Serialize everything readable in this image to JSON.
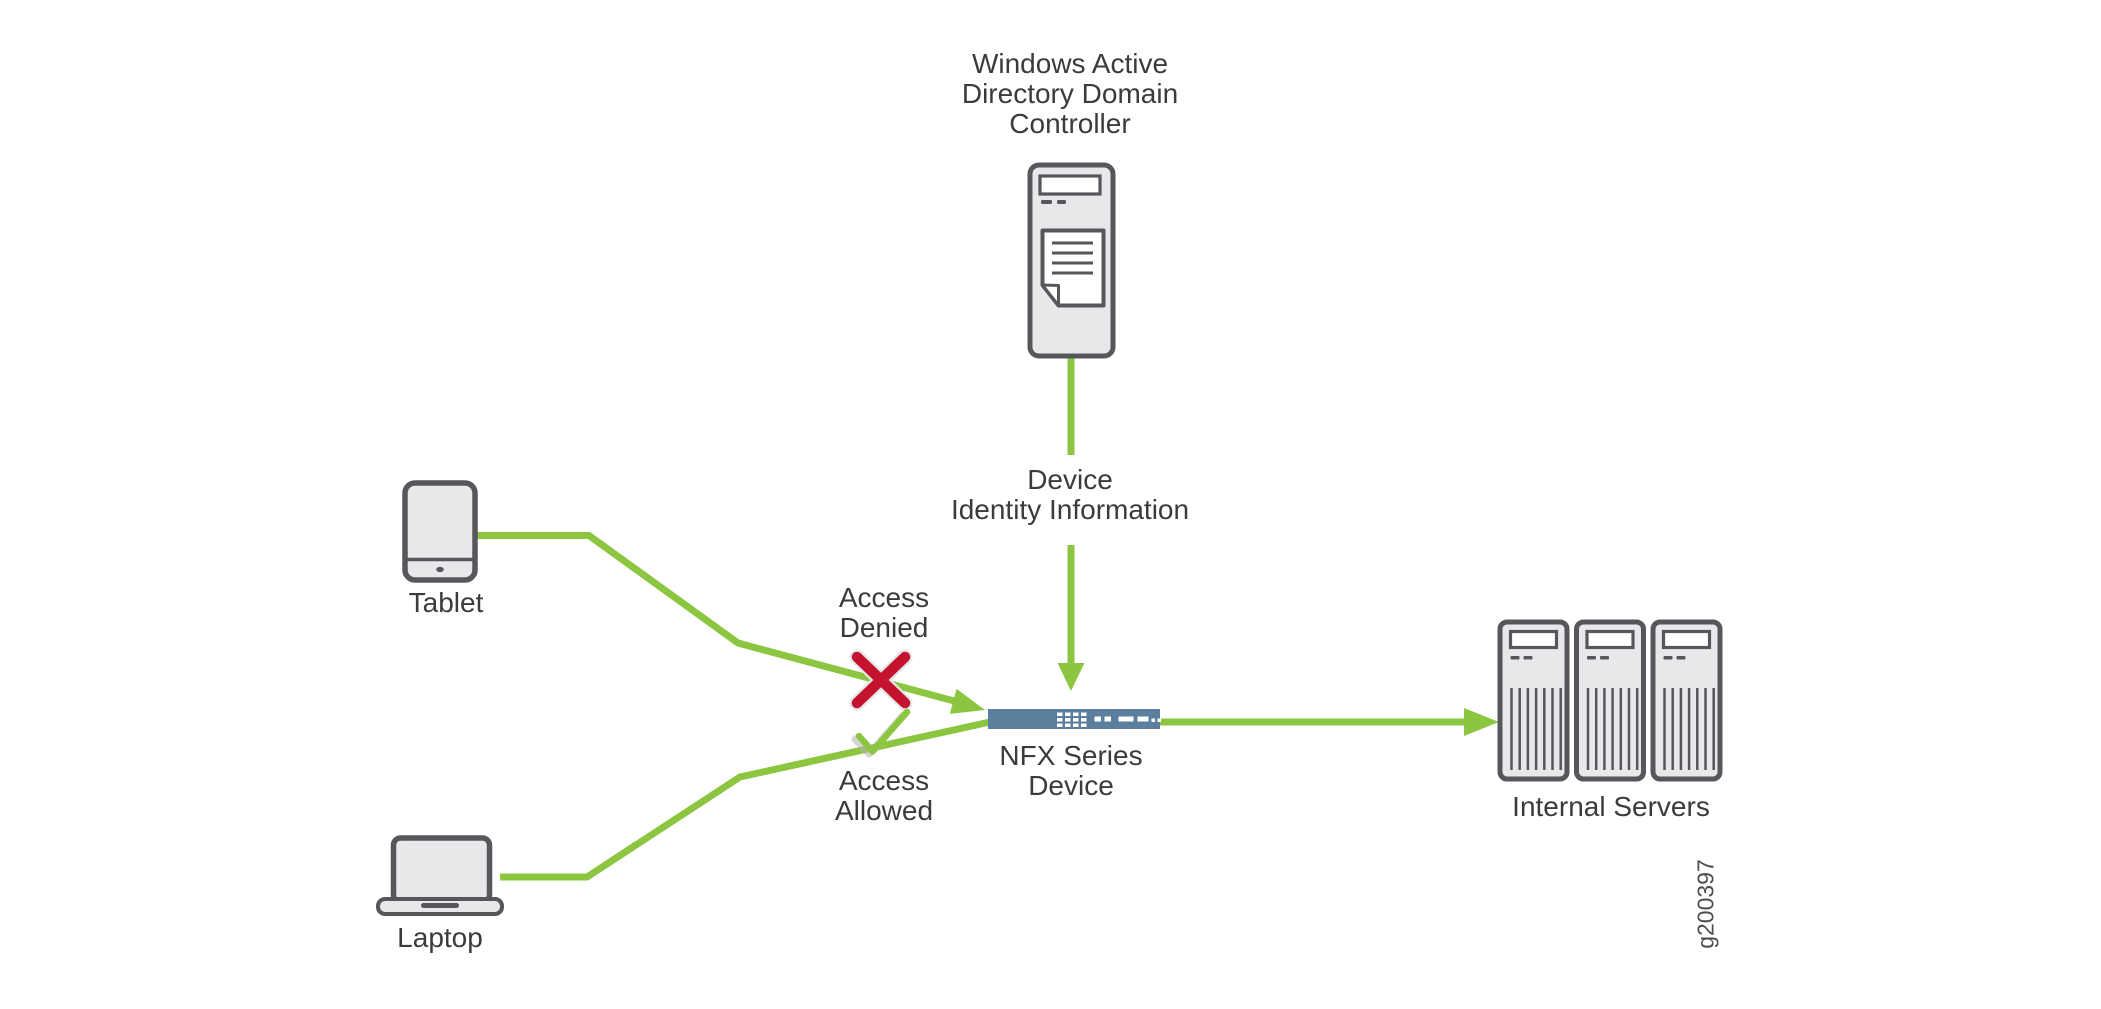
{
  "labels": {
    "ad_controller": "Windows Active\nDirectory Domain\nController",
    "device_identity": "Device\nIdentity Information",
    "tablet": "Tablet",
    "laptop": "Laptop",
    "access_denied": "Access\nDenied",
    "access_allowed": "Access\nAllowed",
    "nfx_device": "NFX Series\nDevice",
    "internal_servers": "Internal Servers",
    "figure_id": "g200397"
  },
  "colors": {
    "line-green": "#8CC540",
    "denied-red": "#C4122F",
    "device-blue": "#5B7F9D",
    "icon-fill": "#E7E8E9",
    "icon-border": "#55575A",
    "text": "#3B3B3C",
    "shadow-gray": "#B1B3B5",
    "halo": "#E5E6E7",
    "background": "#FFFFFF"
  },
  "icons": {
    "ad_controller": "server-tower-with-document-icon",
    "tablet": "tablet-icon",
    "laptop": "laptop-icon",
    "nfx_device": "network-switch-bar-icon",
    "internal_servers": "three-server-towers-icon",
    "access_denied": "red-x-icon",
    "access_allowed": "green-check-icon",
    "connector": "green-arrow-line"
  },
  "nodes": [
    {
      "id": "ad-controller",
      "label": "Windows Active Directory Domain Controller"
    },
    {
      "id": "tablet",
      "label": "Tablet"
    },
    {
      "id": "laptop",
      "label": "Laptop"
    },
    {
      "id": "nfx-device",
      "label": "NFX Series Device"
    },
    {
      "id": "internal-servers",
      "label": "Internal Servers"
    }
  ],
  "connections": [
    {
      "from": "ad-controller",
      "to": "nfx-device",
      "label": "Device Identity Information",
      "arrow": true
    },
    {
      "from": "tablet",
      "to": "nfx-device",
      "status": "Access Denied",
      "marker": "x",
      "arrow": true
    },
    {
      "from": "laptop",
      "to": "nfx-device",
      "status": "Access Allowed",
      "marker": "check",
      "arrow": false
    },
    {
      "from": "nfx-device",
      "to": "internal-servers",
      "arrow": true
    }
  ]
}
